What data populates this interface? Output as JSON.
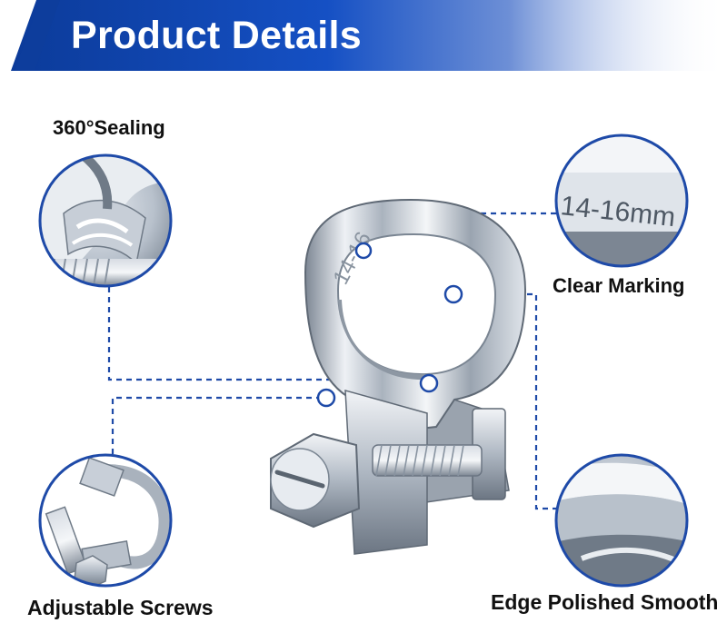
{
  "banner": {
    "title": "Product Details",
    "colors": {
      "primary": "#0d3d9c",
      "secondary": "#1a5ad6",
      "text": "#ffffff"
    }
  },
  "callouts": {
    "sealing": {
      "label": "360°Sealing",
      "icon": "sealing-closeup"
    },
    "marking": {
      "label": "Clear Marking",
      "icon": "marking-closeup",
      "engraving": "14-16mm"
    },
    "screws": {
      "label": "Adjustable Screws",
      "icon": "screw-closeup"
    },
    "smooth": {
      "label": "Edge Polished Smooth",
      "icon": "edge-closeup"
    }
  },
  "product": {
    "engraving": "14-16",
    "colors": {
      "metal_light": "#e9edf2",
      "metal_mid": "#b7c0cb",
      "metal_dark": "#6f7a87",
      "leader": "#1e4aa8"
    }
  }
}
